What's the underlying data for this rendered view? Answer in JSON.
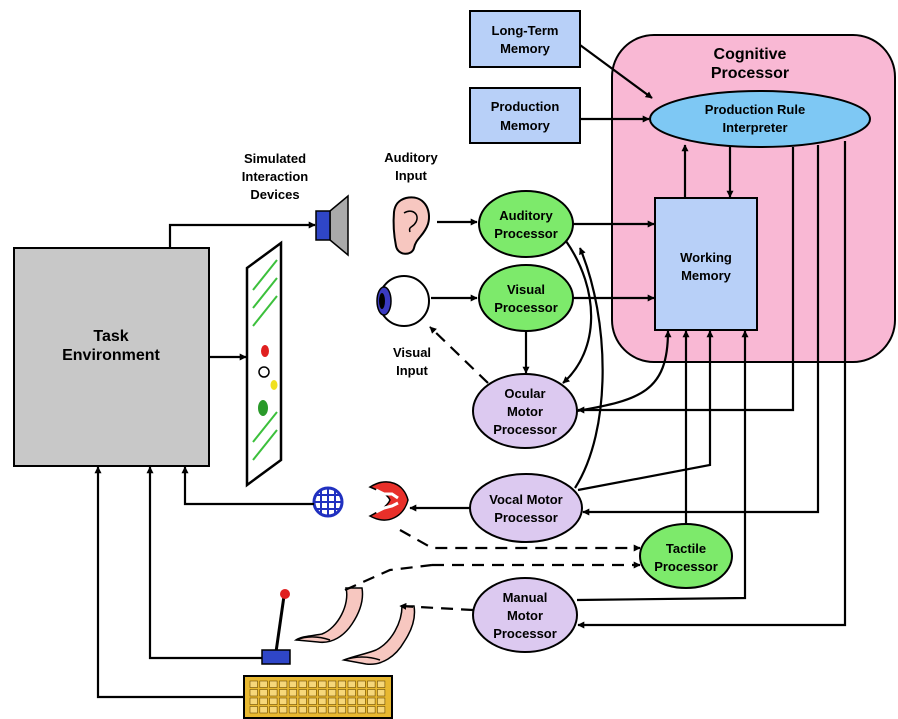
{
  "colors": {
    "cognitive_bg": "#f9b8d4",
    "memory_box": "#b8d0f8",
    "interpreter": "#7ec8f4",
    "perceptual_processor": "#7dea6b",
    "motor_processor": "#dcc9f0",
    "task_env": "#c8c8c8",
    "speaker": "#2f46c8"
  },
  "cognitive_processor": {
    "title_line1": "Cognitive",
    "title_line2": "Processor"
  },
  "long_term_memory": {
    "line1": "Long-Term",
    "line2": "Memory"
  },
  "production_memory": {
    "line1": "Production",
    "line2": "Memory"
  },
  "production_rule_interpreter": {
    "line1": "Production Rule",
    "line2": "Interpreter"
  },
  "working_memory": {
    "line1": "Working",
    "line2": "Memory"
  },
  "task_environment": {
    "line1": "Task",
    "line2": "Environment"
  },
  "simulated_devices": {
    "line1": "Simulated",
    "line2": "Interaction",
    "line3": "Devices"
  },
  "auditory_input": {
    "line1": "Auditory",
    "line2": "Input"
  },
  "visual_input": {
    "line1": "Visual",
    "line2": "Input"
  },
  "auditory_processor": {
    "line1": "Auditory",
    "line2": "Processor"
  },
  "visual_processor": {
    "line1": "Visual",
    "line2": "Processor"
  },
  "ocular_motor_processor": {
    "line1": "Ocular",
    "line2": "Motor",
    "line3": "Processor"
  },
  "vocal_motor_processor": {
    "line1": "Vocal Motor",
    "line2": "Processor"
  },
  "tactile_processor": {
    "line1": "Tactile",
    "line2": "Processor"
  },
  "manual_motor_processor": {
    "line1": "Manual",
    "line2": "Motor",
    "line3": "Processor"
  }
}
